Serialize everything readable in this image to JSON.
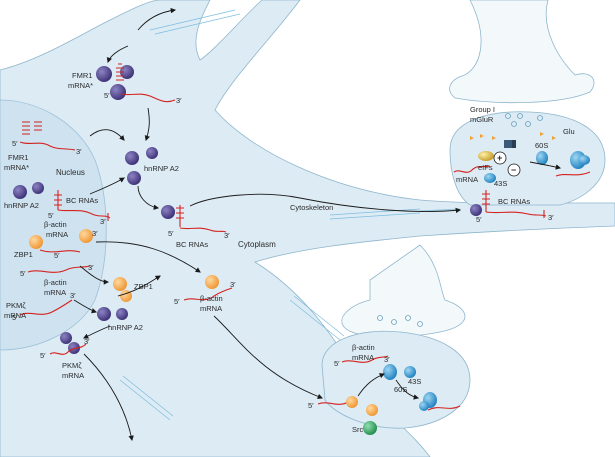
{
  "labels": {
    "fmr1_top": "FMR1",
    "mrna_star_top": "mRNA*",
    "fmr1_nuc": "FMR1",
    "mrna_star_nuc": "mRNA*",
    "nucleus": "Nucleus",
    "hnrnp_a2_top": "hnRNP A2",
    "hnrnp_a2_nuc": "hnRNP A2",
    "bc_rnas_nuc": "BC RNAs",
    "beta_actin_nuc": "β-actin",
    "mrna_beta_nuc": "mRNA",
    "zbp1_nuc": "ZBP1",
    "beta_actin_nuc2": "β-actin",
    "mrna_beta_nuc2": "mRNA",
    "pkmz_nuc": "PKMζ",
    "mrna_pkmz_nuc": "mRNA",
    "zbp1_cyto": "ZBP1",
    "hnrnp_a2_cyto": "hnRNP A2",
    "pkmz_cyto": "PKMζ",
    "mrna_pkmz_cyto": "mRNA",
    "bc_rnas_cyto": "BC RNAs",
    "cytoplasm": "Cytoplasm",
    "beta_actin_cyto": "β-actin",
    "mrna_beta_cyto": "mRNA",
    "cytoskeleton": "Cytoskeleton",
    "group_i": "Group I",
    "mglur": "mGluR",
    "glu": "Glu",
    "plus": "+",
    "minus": "−",
    "sixty_s_top": "60S",
    "mrna_spine": "mRNA",
    "eifs": "eIFs",
    "forty_three_s_top": "43S",
    "bc_rnas_spine": "BC RNAs",
    "beta_actin_spine": "β-actin",
    "mrna_beta_spine": "mRNA",
    "forty_three_s_bottom": "43S",
    "sixty_s_bottom": "60S",
    "src": "Src",
    "five_prime": "5′",
    "three_prime": "3′"
  },
  "colors": {
    "cell_fill": "#dcebf4",
    "nucleus_fill": "#cfe2ef",
    "hnrnp_a2": "#4b3f86",
    "zbp1": "#f4a640",
    "ribosome": "#2a8fc9",
    "rna": "#d4231f",
    "src": "#2f9b5a",
    "eif": "#c8a832"
  }
}
